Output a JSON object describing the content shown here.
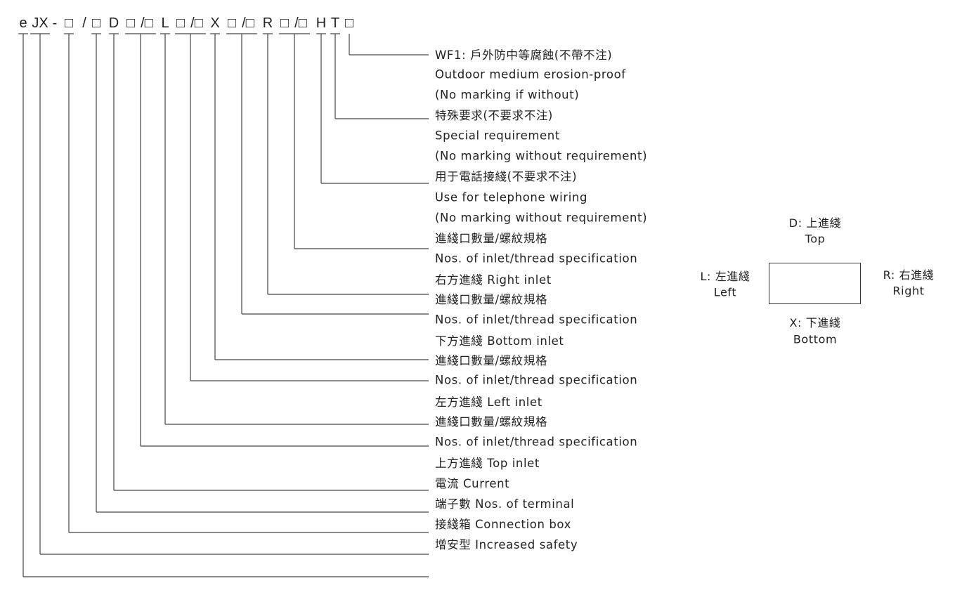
{
  "code_tokens": [
    "e",
    "JX",
    "-",
    "□",
    "/",
    "□",
    "D",
    "□",
    "/□",
    "L",
    "□",
    "/□",
    "X",
    "□",
    "/□",
    "R",
    "□",
    "/□",
    "H",
    "T",
    "□"
  ],
  "rows": [
    "WF1: 戶外防中等腐蝕(不帶不注)",
    "Outdoor medium erosion-proof",
    "(No marking if without)",
    "特殊要求(不要求不注)",
    "Special requirement",
    "(No marking without requirement)",
    "用于電話接綫(不要求不注)",
    "Use for telephone wiring",
    "(No marking without requirement)",
    "進綫口數量/螺紋規格",
    "Nos. of inlet/thread specification",
    "右方進綫  Right inlet",
    "進綫口數量/螺紋規格",
    "Nos. of inlet/thread specification",
    "下方進綫  Bottom inlet",
    "進綫口數量/螺紋規格",
    "Nos. of inlet/thread specification",
    "左方進綫  Left inlet",
    "進綫口數量/螺紋規格",
    "Nos. of inlet/thread specification",
    "上方進綫  Top inlet",
    "電流  Current",
    "端子數  Nos. of terminal",
    "接綫箱 Connection box",
    "增安型 Increased safety"
  ],
  "orientation": {
    "top_cn": "D: 上進綫",
    "top_en": "Top",
    "left_cn": "L: 左進綫",
    "left_en": "Left",
    "right_cn": "R: 右進綫",
    "right_en": "Right",
    "bottom_cn": "X: 下進綫",
    "bottom_en": "Bottom"
  }
}
